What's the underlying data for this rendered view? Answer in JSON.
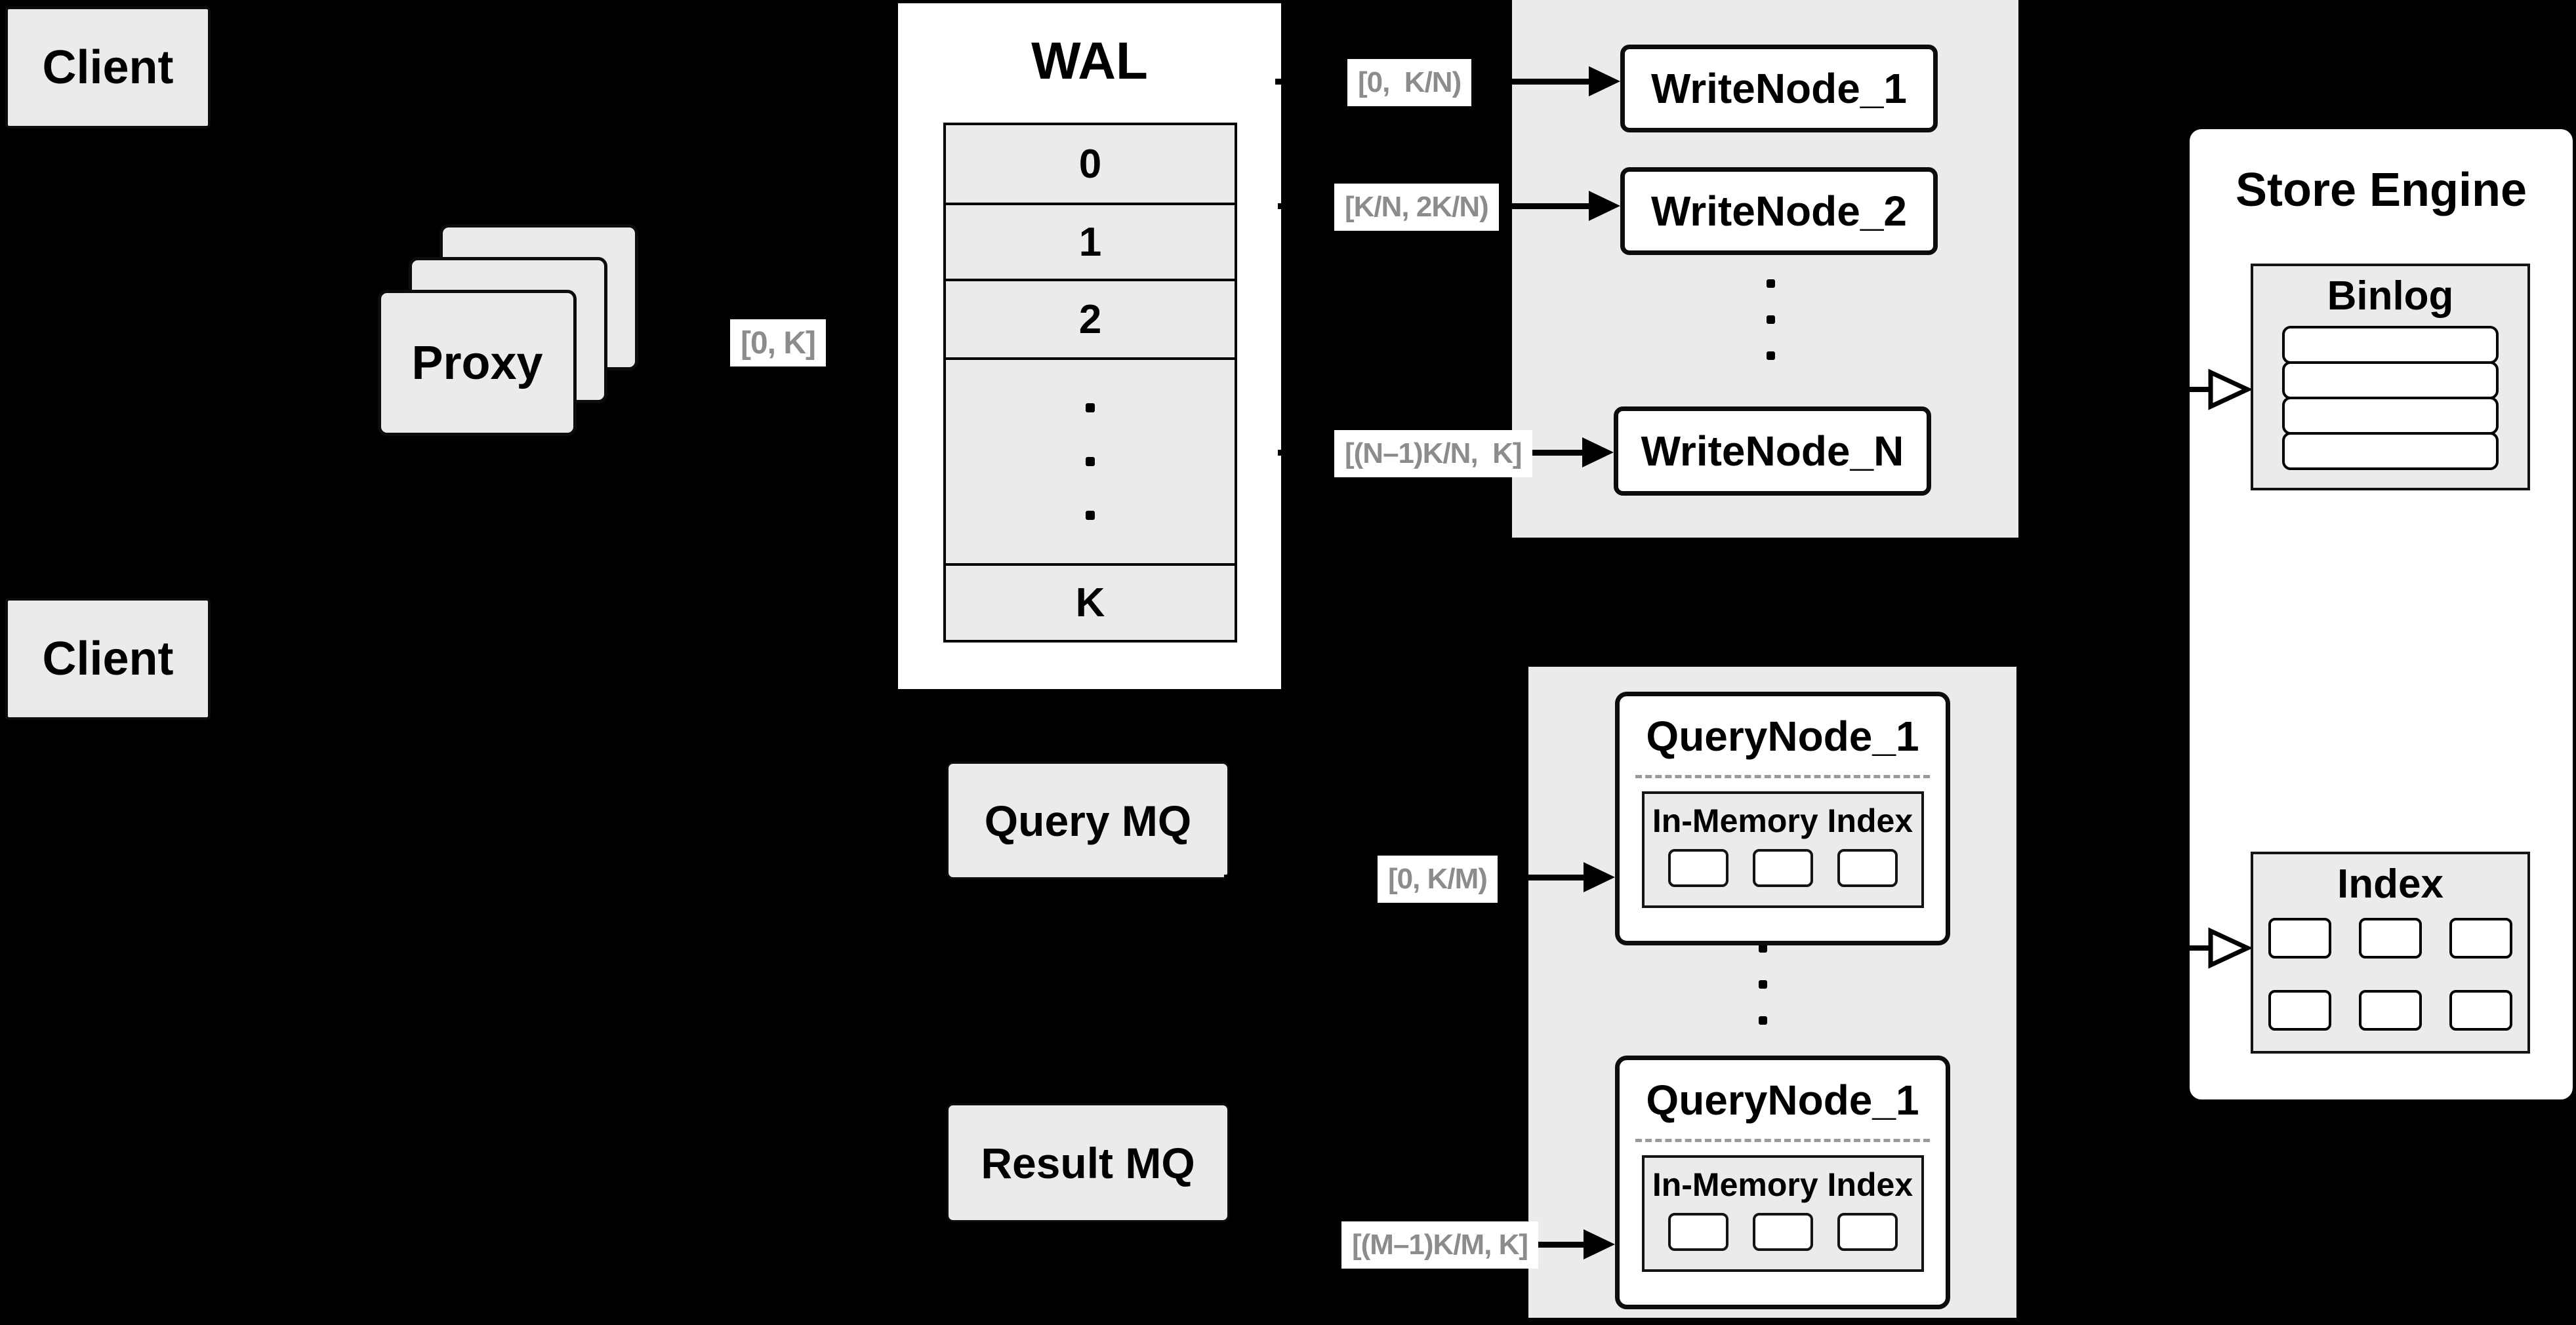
{
  "colors": {
    "background": "#000000",
    "panel_gray": "#ebebeb",
    "node_white": "#ffffff",
    "border_dark": "#0d0d0d",
    "label_text": "#8c8c8c",
    "dash_gray": "#9a9a9a"
  },
  "client_top": {
    "label": "Client"
  },
  "client_bottom": {
    "label": "Client"
  },
  "proxy": {
    "label": "Proxy"
  },
  "wal": {
    "title": "WAL",
    "rows": [
      "0",
      "1",
      "2"
    ],
    "last_row": "K"
  },
  "labels": {
    "proxy_out": "[0, K]",
    "write1": "[0,  K/N)",
    "write2": "[K/N, 2K/N)",
    "writeN": "[(N–1)K/N,  K]",
    "query1": "[0, K/M)",
    "queryM": "[(M–1)K/M, K]"
  },
  "write_nodes": {
    "node1": "WriteNode_1",
    "node2": "WriteNode_2",
    "nodeN": "WriteNode_N"
  },
  "query_nodes": {
    "top_title": "QueryNode_1",
    "bottom_title": "QueryNode_1",
    "in_memory_title": "In-Memory Index",
    "in_memory_cell_count": 3
  },
  "mq": {
    "query": "Query MQ",
    "result": "Result MQ"
  },
  "store_engine": {
    "title": "Store Engine",
    "binlog": {
      "title": "Binlog",
      "row_count": 4
    },
    "index": {
      "title": "Index",
      "cell_count": 6
    }
  }
}
